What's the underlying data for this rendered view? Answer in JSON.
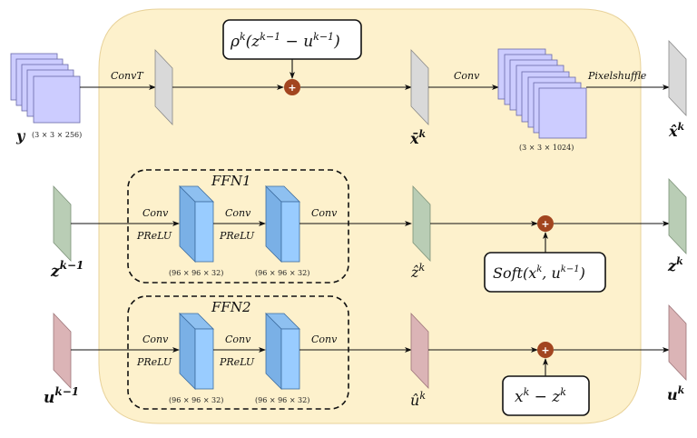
{
  "diagram": {
    "colors": {
      "background_panel": "#fdf1cc",
      "panel_border": "#e8d29a",
      "gray_plate": "#d9d9d9",
      "green_plate": "#b9cdb5",
      "red_plate": "#dbb4b6",
      "feature_map": "#ccccff",
      "block_front": "#99ccff",
      "block_side": "#7ab0e6",
      "add_node": "#a2451f"
    },
    "inputs": {
      "y": {
        "label": "y",
        "dims": "(3 × 3 × 256)"
      },
      "z_prev": {
        "label": "z",
        "sup": "k−1"
      },
      "u_prev": {
        "label": "u",
        "sup": "k−1"
      }
    },
    "top_row": {
      "convT_label": "ConvT",
      "rho_box": {
        "base": "ρ",
        "sup": "k",
        "expr": "(z",
        "sup2": "k−1",
        "mid": " − u",
        "sup3": "k−1",
        "end": ")"
      },
      "xbar": {
        "label": "x̄",
        "sup": "k"
      },
      "conv_label": "Conv",
      "feature_dims": "(3 × 3 × 1024)",
      "pixelshuffle_label": "Pixelshuffle",
      "xhat": {
        "label": "x̂",
        "sup": "k"
      }
    },
    "ffn1": {
      "title": "FFN1",
      "op1_top": "Conv",
      "op1_bottom": "PReLU",
      "op2_top": "Conv",
      "op2_bottom": "PReLU",
      "op3_top": "Conv",
      "block1_dims": "(96 × 96 × 32)",
      "block2_dims": "(96 × 96 × 32)",
      "output": {
        "label": "ẑ",
        "sup": "k"
      },
      "soft_box": {
        "text": "Soft(x",
        "sup": "k",
        "mid": ", u",
        "sup2": "k−1",
        "end": ")"
      },
      "final": {
        "label": "z",
        "sup": "k"
      }
    },
    "ffn2": {
      "title": "FFN2",
      "op1_top": "Conv",
      "op1_bottom": "PReLU",
      "op2_top": "Conv",
      "op2_bottom": "PReLU",
      "op3_top": "Conv",
      "block1_dims": "(96 × 96 × 32)",
      "block2_dims": "(96 × 96 × 32)",
      "output": {
        "label": "û",
        "sup": "k"
      },
      "diff_box": {
        "a": "x",
        "sup": "k",
        "mid": " − z",
        "sup2": "k"
      },
      "final": {
        "label": "u",
        "sup": "k"
      }
    },
    "add_symbol": "+"
  }
}
